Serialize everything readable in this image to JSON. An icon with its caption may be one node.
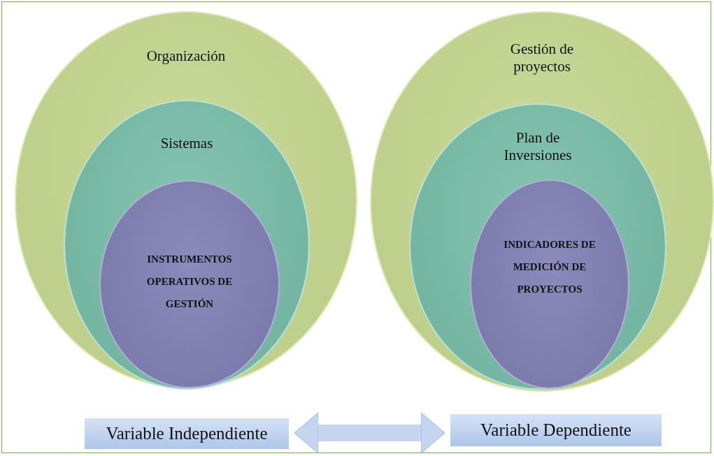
{
  "diagram": {
    "nodes": [
      {
        "text": [
          "Organización"
        ]
      },
      {
        "text": [
          "Sistemas"
        ],
        "in": 0
      },
      {
        "text": [
          "INSTRUMENTOS OPERATIVOS DE GESTIÓN"
        ],
        "in": 1
      },
      {
        "text": [
          "Gestión de proyectos"
        ]
      },
      {
        "text": [
          "Plan de Inversiones"
        ],
        "in": 3
      },
      {
        "text": [
          "INDICADORES DE MEDICIÓN DE PROYECTOS"
        ],
        "in": 4
      },
      {
        "text": [
          "Variable Independiente"
        ]
      },
      {
        "text": [
          "Variable Dependiente"
        ]
      }
    ],
    "edges": [
      {
        "from": 6,
        "to": 7,
        "arrow": "both"
      }
    ]
  }
}
